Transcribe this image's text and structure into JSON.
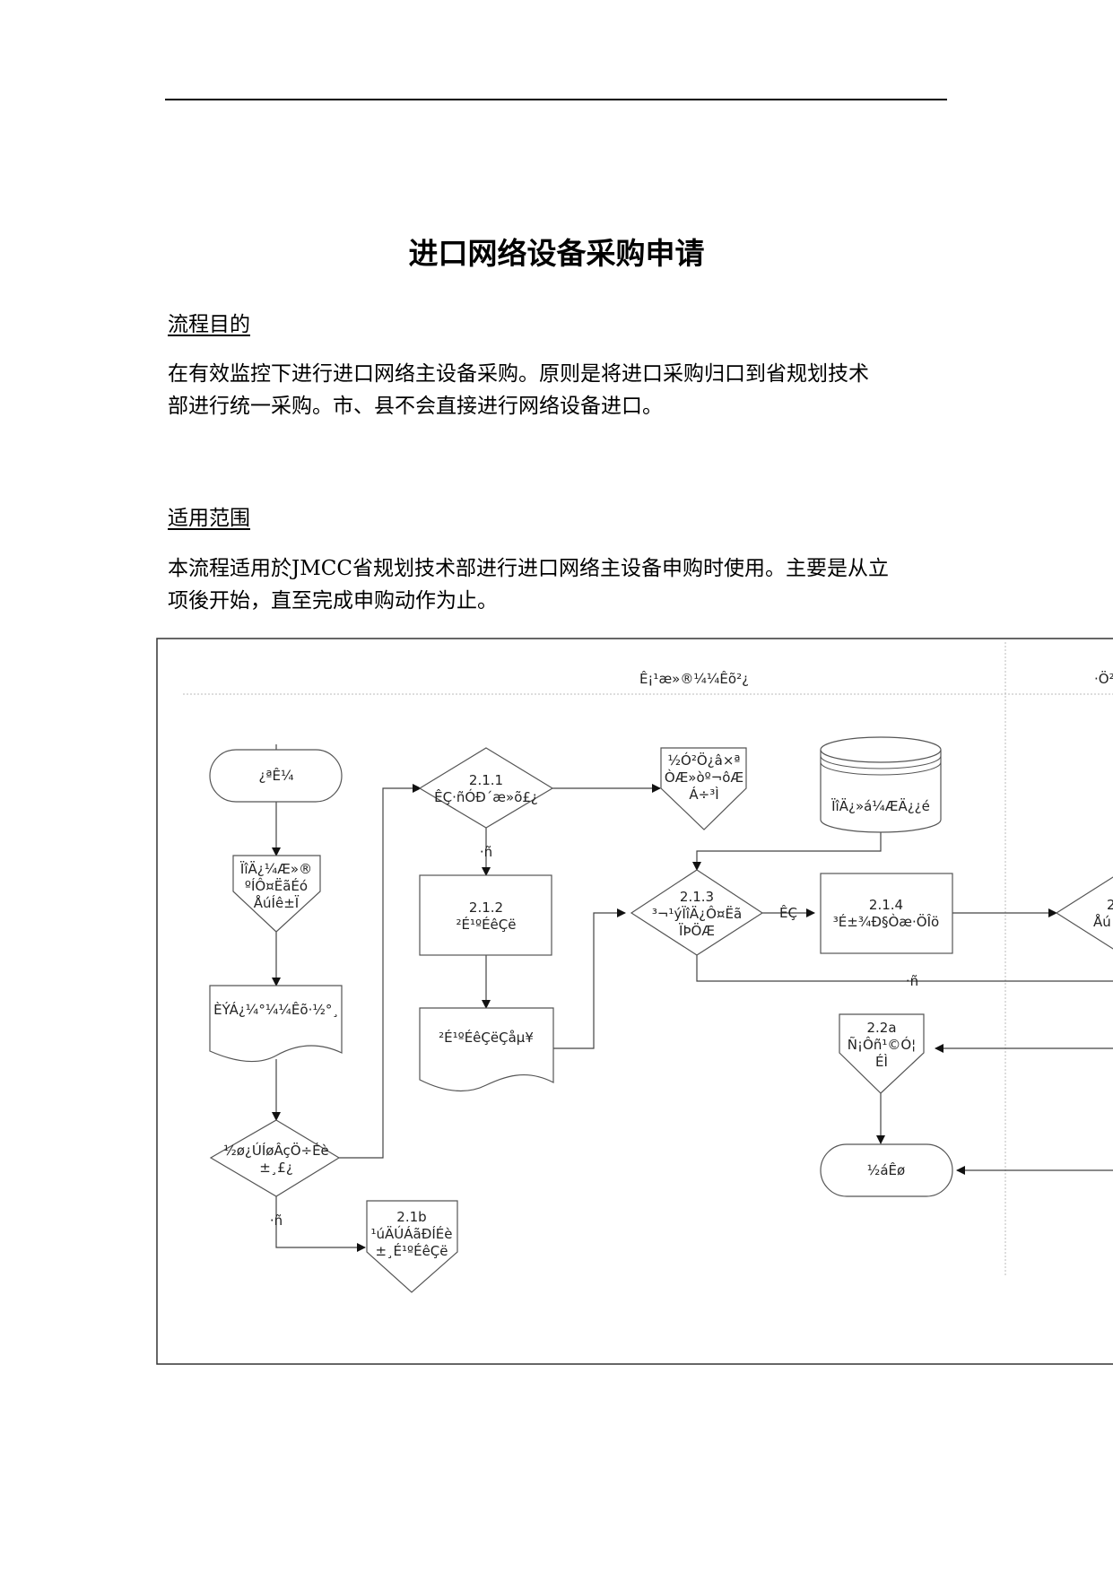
{
  "document": {
    "title": "进口网络设备采购申请",
    "sections": [
      {
        "heading": "流程目的",
        "lines": [
          "在有效监控下进行进口网络主设备采购。原则是将进口采购归口到省规划技术",
          "部进行统一采购。市、县不会直接进行网络设备进口。"
        ]
      },
      {
        "heading": "适用范围",
        "lines": [
          "本流程适用於JMCC省规划技术部进行进口网络主设备申购时使用。主要是从立",
          "项後开始，直至完成申购动作为止。"
        ]
      }
    ]
  },
  "flowchart": {
    "lanes": {
      "left": "Ê¡¹æ»®¼¼Êõ²¿",
      "right": "·Ö²"
    },
    "nodes": {
      "start": [
        "¿ªÊ¼"
      ],
      "fund_check": [
        "ÏîÄ¿¼Æ»®",
        "ºÍÔ¤ËãÉó",
        "ÅúÍê±Ï"
      ],
      "fund_doc": [
        "ÈÝÁ¿¼°¼¼Êõ·½°¸"
      ],
      "import_decision": [
        "½ø¿ÚÍøÂçÖ÷Éè",
        "±¸£¿"
      ],
      "no_import_purchase": [
        "2.1b",
        "¹úÄÚÁãÐÍÉè",
        "±¸É¹ºÉêÇë"
      ],
      "d211": [
        "2.1.1",
        "ÊÇ·ñÓÐ´æ»õ£¿"
      ],
      "stock_out": [
        "½Ó²Ö¿â×ª",
        "ÒÆ»òº¬ôÆ",
        "Á÷³Ì"
      ],
      "p212": [
        "2.1.2",
        "²É¹ºÉêÇë"
      ],
      "doc212": [
        "²É¹ºÉêÇëÇåµ¥"
      ],
      "database": [
        "ÏîÄ¿»á¼ÆÄ¿¿é"
      ],
      "d213": [
        "2.1.3",
        "³¬¹ýÏîÄ¿Ô¤Ëã",
        "ÏÞÖÆ"
      ],
      "p214": [
        "2.1.4",
        "³É±¾Ð§Òæ·ÖÎö"
      ],
      "d22a": [
        "2.2a",
        "Ñ¡Ôñ¹©Ó¦",
        "ÉÌ"
      ],
      "end": [
        "½áÊø"
      ],
      "partial": [
        "2",
        "Åú"
      ]
    },
    "labels": {
      "no": "·ñ",
      "yes": "ÊÇ"
    }
  }
}
